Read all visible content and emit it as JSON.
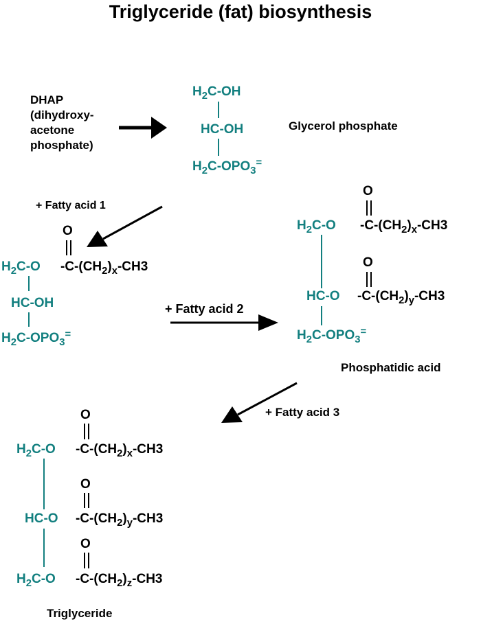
{
  "title": "Triglyceride (fat) biosynthesis",
  "colors": {
    "teal": "#127f7f",
    "black": "#000000"
  },
  "dhap": {
    "line1": "DHAP",
    "line2": "(dihydroxy-",
    "line3": "acetone",
    "line4": "phosphate)"
  },
  "glycerol_phosphate": {
    "label": "Glycerol phosphate",
    "c1": {
      "a": "H",
      "b": "2",
      "c": "C-OH"
    },
    "c2": "HC-OH",
    "c3": {
      "a": "H",
      "b": "2",
      "c": "C-OPO",
      "d": "3",
      "e": "="
    }
  },
  "reagents": {
    "fa1": "+ Fatty acid 1",
    "fa2": "+ Fatty acid 2",
    "fa3": "+ Fatty acid 3"
  },
  "lyso": {
    "c1": {
      "a": "H",
      "b": "2",
      "c": "C-O"
    },
    "ester": {
      "a": "-C-(CH",
      "b": "2",
      "c": ")",
      "d": "x",
      "e": "-CH3"
    },
    "o": "O",
    "c2": "HC-OH",
    "c3": {
      "a": "H",
      "b": "2",
      "c": "C-OPO",
      "d": "3",
      "e": "="
    }
  },
  "phosphatidic": {
    "label": "Phosphatidic acid",
    "c1": {
      "a": "H",
      "b": "2",
      "c": "C-O"
    },
    "ester1": {
      "a": "-C-(CH",
      "b": "2",
      "c": ")",
      "d": "x",
      "e": "-CH3"
    },
    "o1": "O",
    "c2": "HC-O",
    "ester2": {
      "a": "-C-(CH",
      "b": "2",
      "c": ")",
      "d": "y",
      "e": "-CH3"
    },
    "o2": "O",
    "c3": {
      "a": "H",
      "b": "2",
      "c": "C-OPO",
      "d": "3",
      "e": "="
    }
  },
  "triglyceride": {
    "label": "Triglyceride",
    "c1": {
      "a": "H",
      "b": "2",
      "c": "C-O"
    },
    "ester1": {
      "a": "-C-(CH",
      "b": "2",
      "c": ")",
      "d": "x",
      "e": "-CH3"
    },
    "o1": "O",
    "c2": "HC-O",
    "ester2": {
      "a": "-C-(CH",
      "b": "2",
      "c": ")",
      "d": "y",
      "e": "-CH3"
    },
    "o2": "O",
    "c3": {
      "a": "H",
      "b": "2",
      "c": "C-O"
    },
    "ester3": {
      "a": "-C-(CH",
      "b": "2",
      "c": ")",
      "d": "z",
      "e": "-CH3"
    },
    "o3": "O"
  }
}
